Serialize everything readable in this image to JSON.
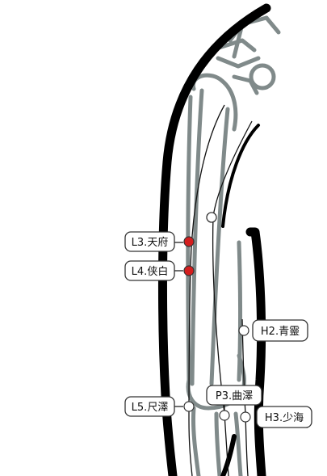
{
  "points": [
    {
      "id": "L3",
      "label": "L3.天府",
      "color": "#d41e1e",
      "filled": true
    },
    {
      "id": "L4",
      "label": "L4.侠白",
      "color": "#d41e1e",
      "filled": true
    },
    {
      "id": "H2",
      "label": "H2.青靈",
      "color": "#ffffff",
      "filled": false
    },
    {
      "id": "L5",
      "label": "L5.尺澤",
      "color": "#ffffff",
      "filled": false
    },
    {
      "id": "P3",
      "label": "P3.曲澤",
      "color": "#ffffff",
      "filled": false
    },
    {
      "id": "H3",
      "label": "H3.少海",
      "color": "#ffffff",
      "filled": false
    }
  ],
  "colors": {
    "outline": "#000000",
    "bone": "#808a8a",
    "meridian": "#111111",
    "point_active": "#d41e1e"
  }
}
